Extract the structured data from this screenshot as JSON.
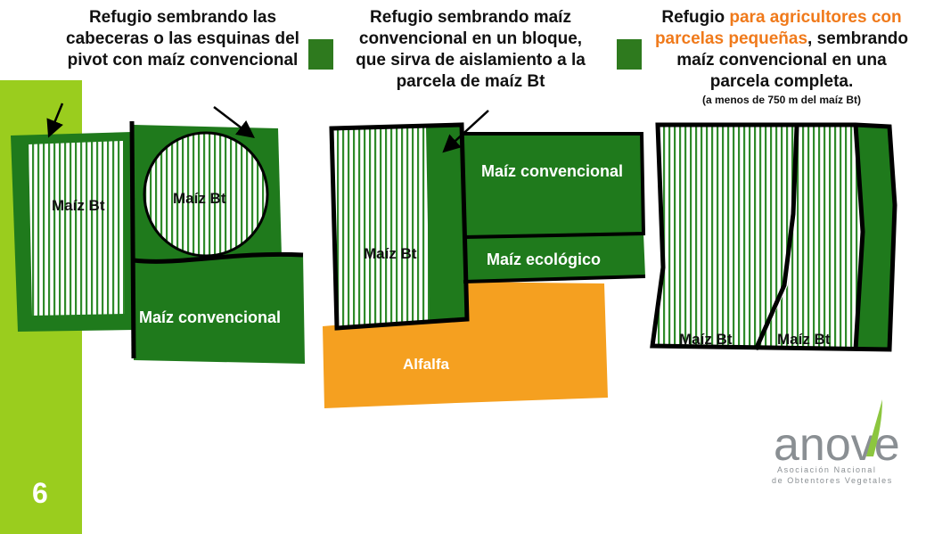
{
  "slide_number": "6",
  "headings": {
    "left": [
      "Refugio sembrando las",
      "cabeceras o las esquinas del",
      "pivot con maíz convencional"
    ],
    "middle": [
      "Refugio sembrando maíz",
      "convencional en un bloque,",
      "que sirva de aislamiento a la",
      "parcela de maíz Bt"
    ],
    "right": {
      "prefix": "Refugio ",
      "highlight_1": "para agricultores con",
      "highlight_2": "parcelas pequeñas",
      "rest_2": ", sembrando",
      "line_3": "maíz convencional en una",
      "line_4": "parcela completa.",
      "note": "(a menos de 750 m del maíz Bt)"
    }
  },
  "diagram_labels": {
    "left_bt_strip": "Maíz Bt",
    "left_bt_circle": "Maíz Bt",
    "left_conventional": "Maíz convencional",
    "mid_conventional": "Maíz convencional",
    "mid_bt": "Maíz Bt",
    "mid_ecologico": "Maíz ecológico",
    "mid_alfalfa": "Alfalfa",
    "right_bt_1": "Maíz Bt",
    "right_bt_2": "Maíz Bt"
  },
  "logo": {
    "word": "anove",
    "line_1": "Asociación Nacional",
    "line_2": "de Obtentores Vegetales"
  },
  "colors": {
    "sidebar_green": "#9acd1e",
    "field_green": "#1f7a1c",
    "highlight_orange": "#f07a1b",
    "alfalfa_orange": "#f5a020",
    "outline_black": "#000000"
  }
}
